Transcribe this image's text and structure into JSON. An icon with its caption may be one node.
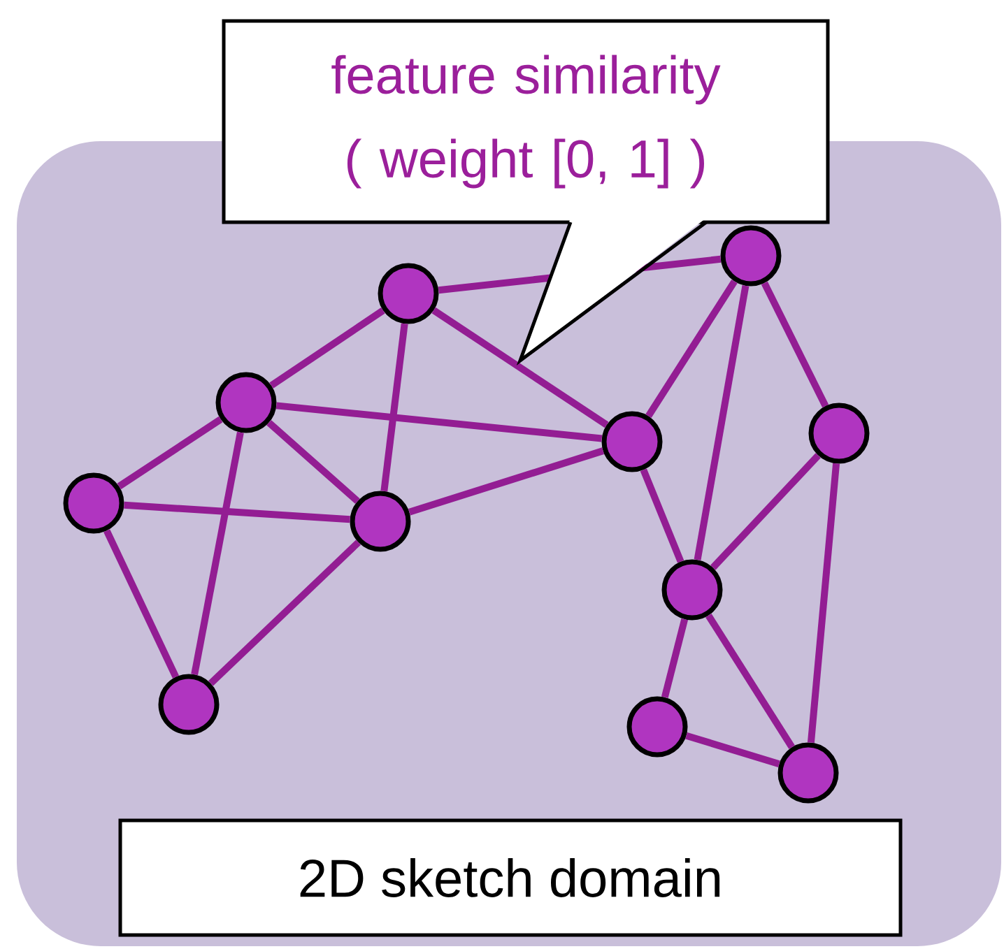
{
  "diagram": {
    "nodes": [
      {
        "text": [
          "feature similarity ( weight [0, 1] )"
        ]
      },
      {
        "text": [
          "2D sketch domain"
        ]
      },
      {
        "text": [],
        "shape": "circle",
        "in": 1
      },
      {
        "text": [],
        "shape": "circle",
        "in": 1
      },
      {
        "text": [],
        "shape": "circle",
        "in": 1
      },
      {
        "text": [],
        "shape": "circle",
        "in": 1
      },
      {
        "text": [],
        "shape": "circle",
        "in": 1
      },
      {
        "text": [],
        "shape": "circle",
        "in": 1
      },
      {
        "text": [],
        "shape": "circle",
        "in": 1
      },
      {
        "text": [],
        "shape": "circle",
        "in": 1
      },
      {
        "text": [],
        "shape": "circle",
        "in": 1
      },
      {
        "text": [],
        "shape": "circle",
        "in": 1
      },
      {
        "text": [],
        "shape": "circle",
        "in": 1
      }
    ],
    "edges": [
      {
        "from": 3,
        "to": 4,
        "arrow": "none"
      },
      {
        "from": 3,
        "to": 8,
        "arrow": "none"
      },
      {
        "from": 3,
        "to": 6,
        "arrow": "none"
      },
      {
        "from": 3,
        "to": 2,
        "arrow": "none"
      },
      {
        "from": 4,
        "to": 7,
        "arrow": "none"
      },
      {
        "from": 4,
        "to": 6,
        "arrow": "none"
      },
      {
        "from": 4,
        "to": 8,
        "arrow": "none"
      },
      {
        "from": 4,
        "to": 10,
        "arrow": "none"
      },
      {
        "from": 7,
        "to": 8,
        "arrow": "none"
      },
      {
        "from": 7,
        "to": 10,
        "arrow": "none"
      },
      {
        "from": 8,
        "to": 10,
        "arrow": "none"
      },
      {
        "from": 8,
        "to": 6,
        "arrow": "none"
      },
      {
        "from": 6,
        "to": 2,
        "arrow": "none"
      },
      {
        "from": 6,
        "to": 9,
        "arrow": "none"
      },
      {
        "from": 2,
        "to": 9,
        "arrow": "none"
      },
      {
        "from": 2,
        "to": 5,
        "arrow": "none"
      },
      {
        "from": 5,
        "to": 9,
        "arrow": "none"
      },
      {
        "from": 5,
        "to": 12,
        "arrow": "none"
      },
      {
        "from": 9,
        "to": 11,
        "arrow": "none"
      },
      {
        "from": 9,
        "to": 12,
        "arrow": "none"
      },
      {
        "from": 11,
        "to": 12,
        "arrow": "none"
      }
    ]
  }
}
